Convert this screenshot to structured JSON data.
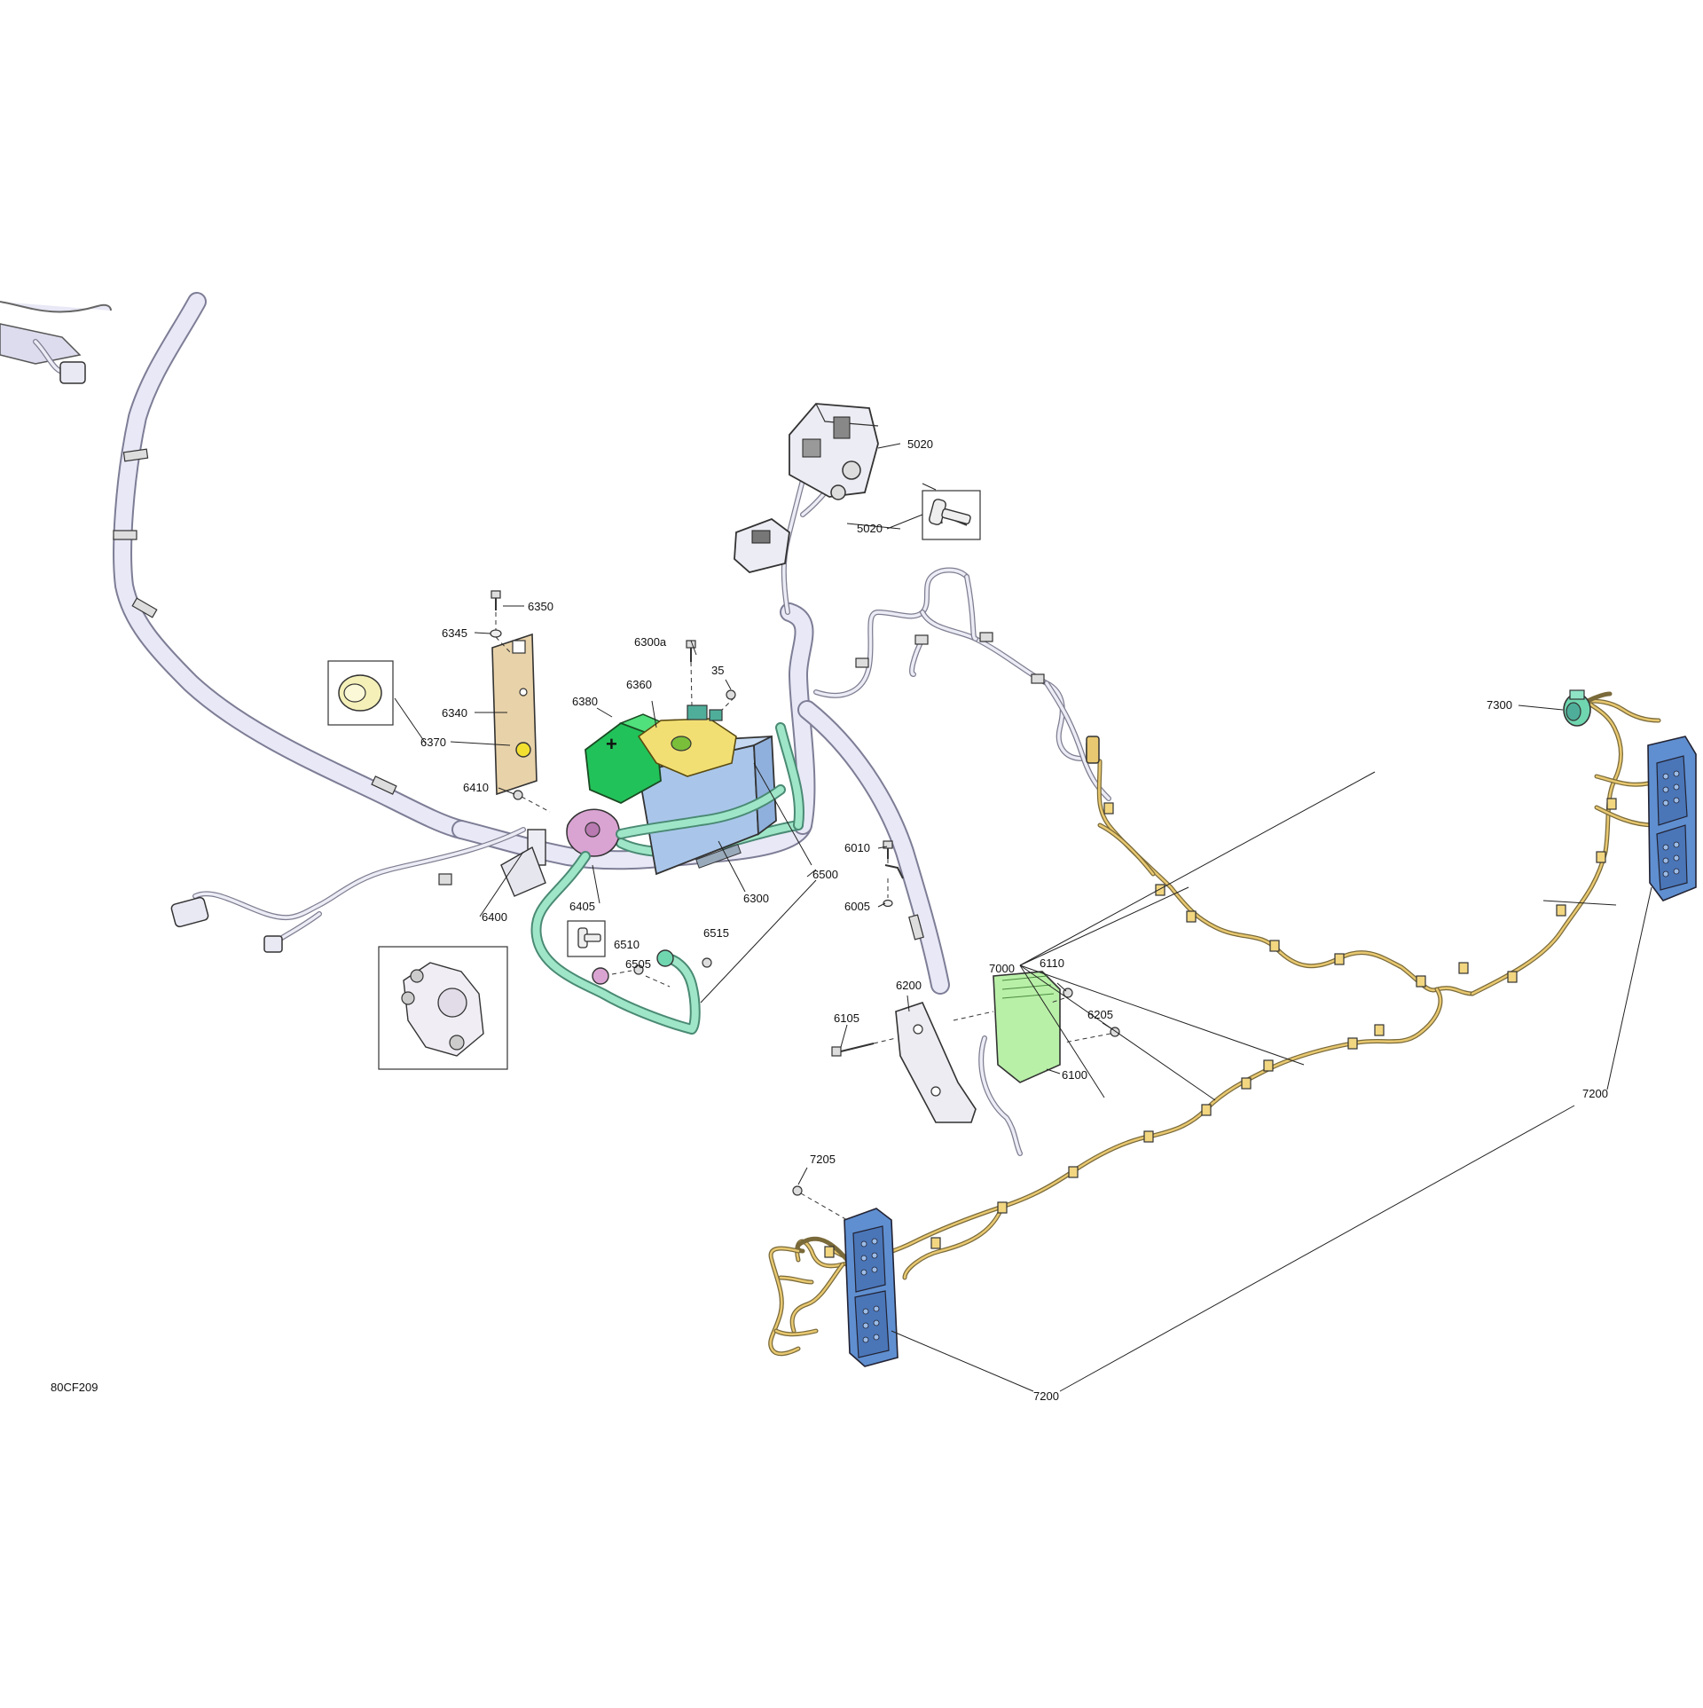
{
  "figure_code": "80CF209",
  "callouts": {
    "c5020a": "5020",
    "c5020b": "5020",
    "c6350": "6350",
    "c6345": "6345",
    "c6300a": "6300a",
    "c35": "35",
    "c6380": "6380",
    "c6360": "6360",
    "c6340": "6340",
    "c6370": "6370",
    "c6410": "6410",
    "c6400": "6400",
    "c6405": "6405",
    "c6300": "6300",
    "c6500": "6500",
    "c6510": "6510",
    "c6505": "6505",
    "c6515": "6515",
    "c6010": "6010",
    "c6005": "6005",
    "c6110": "6110",
    "c6200": "6200",
    "c6105": "6105",
    "c6205": "6205",
    "c6100": "6100",
    "c7300": "7300",
    "c7000": "7000",
    "c7200a": "7200",
    "c7200b": "7200",
    "c7205": "7205"
  },
  "battery_symbol": "+",
  "colors": {
    "battery": "#a9c6ea",
    "battery_cover": "#22c25a",
    "terminal_cover": "#f2df73",
    "bracket": "#e8d2a9",
    "starter_solenoid": "#d9a3d2",
    "cable": "#9fe6c8",
    "module": "#b9f0a8",
    "tail_light": "#5f8fd0",
    "tail_light_wire": "#e8c870",
    "socket": "#6fd6b0",
    "harness": "#e8e8f6"
  },
  "icons": {
    "battery": "battery-icon",
    "solenoid": "starter-solenoid-icon",
    "bolt": "bolt-icon",
    "grommet": "grommet-icon",
    "tail_light": "tail-light-icon",
    "relay": "relay-box-icon",
    "connector": "connector-icon"
  }
}
